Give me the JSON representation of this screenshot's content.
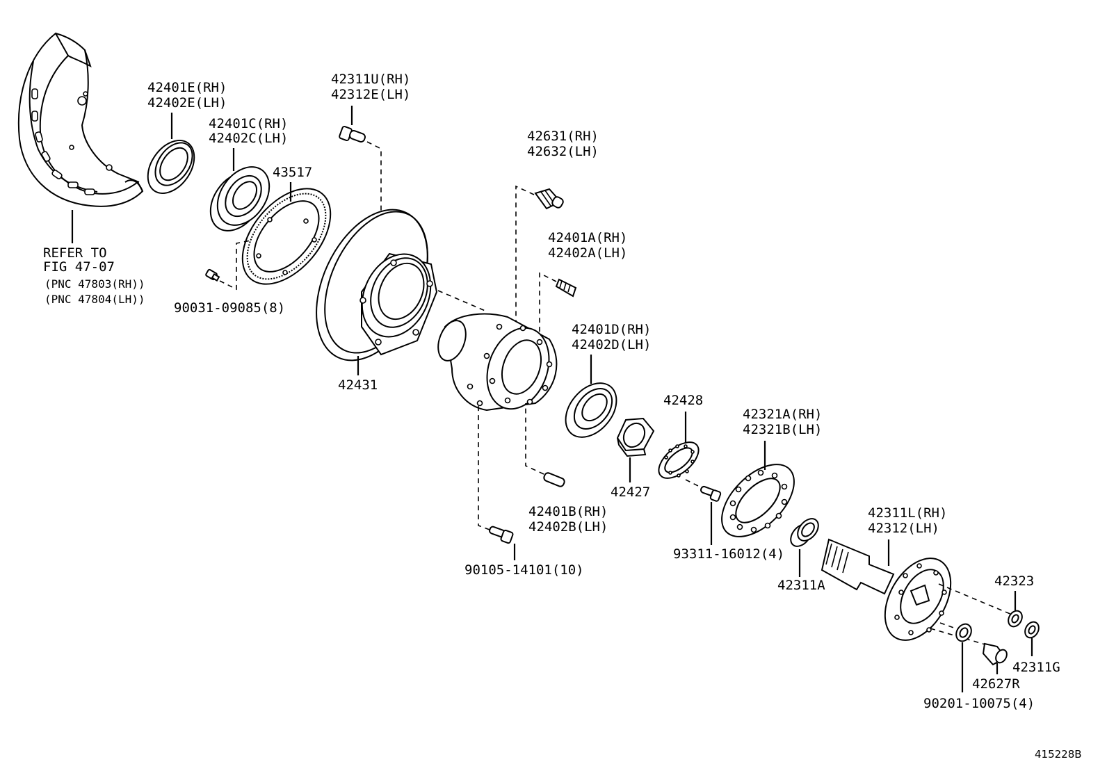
{
  "figure_id": "415228B",
  "labels": {
    "backing_plate": [
      "REFER TO",
      "FIG 47-07",
      "(PNC 47803(RH))",
      "(PNC 47804(LH))"
    ],
    "oil_seal_e": [
      "42401E(RH)",
      "42402E(LH)"
    ],
    "bearing_c": [
      "42401C(RH)",
      "42402C(LH)"
    ],
    "rotor_plate": [
      "43517"
    ],
    "screw": [
      "90031-09085(8)"
    ],
    "hub_bolt_u": [
      "42311U(RH)",
      "42312E(LH)"
    ],
    "disc": [
      "42431"
    ],
    "stud_631": [
      "42631(RH)",
      "42632(LH)"
    ],
    "bearing_a": [
      "42401A(RH)",
      "42402A(LH)"
    ],
    "bearing_d": [
      "42401D(RH)",
      "42402D(LH)"
    ],
    "pin_b": [
      "42401B(RH)",
      "42402B(LH)"
    ],
    "hub_bolt_bottom": [
      "90105-14101(10)"
    ],
    "nut_427": [
      "42427"
    ],
    "washer_428": [
      "42428"
    ],
    "gasket": [
      "42321A(RH)",
      "42321B(LH)"
    ],
    "bolt_933": [
      "93311-16012(4)"
    ],
    "spacer_a": [
      "42311A"
    ],
    "axle_shaft": [
      "42311L(RH)",
      "42312(LH)"
    ],
    "washer_323": [
      "42323"
    ],
    "bushing_g": [
      "42311G"
    ],
    "cone_627": [
      "42627R"
    ],
    "nut_902": [
      "90201-10075(4)"
    ]
  }
}
